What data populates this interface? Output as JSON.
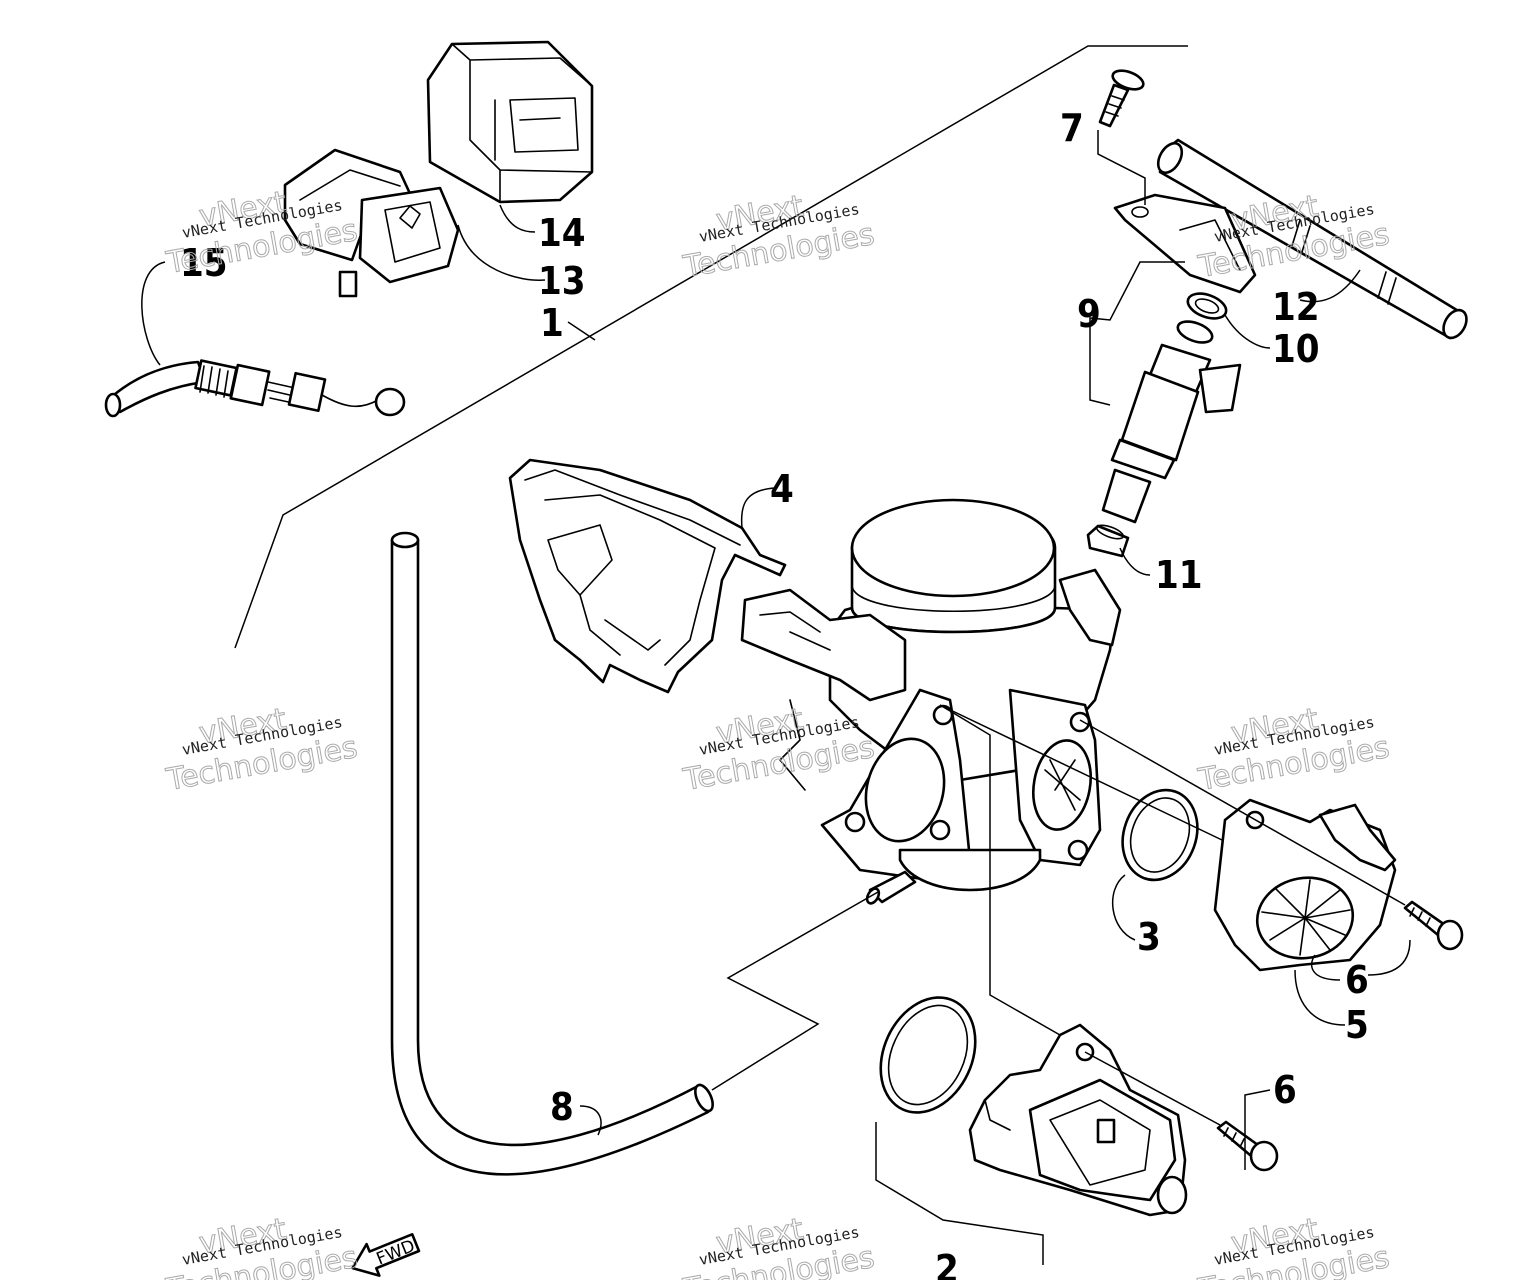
{
  "callouts": {
    "c1": "1",
    "c2": "2",
    "c3": "3",
    "c4": "4",
    "c5": "5",
    "c6a": "6",
    "c6b": "6",
    "c7": "7",
    "c8": "8",
    "c9": "9",
    "c10": "10",
    "c11": "11",
    "c12": "12",
    "c13": "13",
    "c14": "14",
    "c15": "15"
  },
  "watermark": {
    "line1": "vNext Technologies",
    "line2": "vNext",
    "line3": "Technologies"
  },
  "fwd_label": "FWD"
}
